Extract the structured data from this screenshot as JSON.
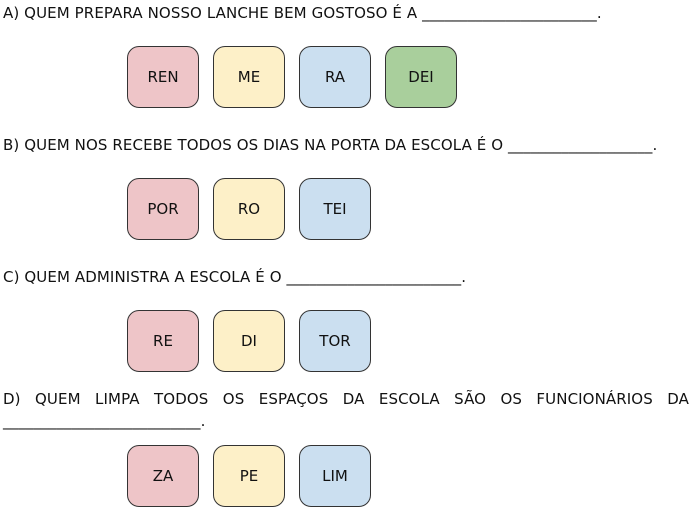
{
  "tile_colors": {
    "pink": "#eec5c8",
    "yellow": "#fdf0c8",
    "blue": "#cbdff0",
    "green": "#a9cf9c",
    "border": "#333333"
  },
  "questions": [
    {
      "id": "A",
      "text": "A) QUEM PREPARA NOSSO LANCHE BEM GOSTOSO É A ",
      "blank": "_______________________",
      "period": ".",
      "blank_on_new_line": false,
      "tiles": [
        {
          "label": "REN",
          "color": "pink"
        },
        {
          "label": "ME",
          "color": "yellow"
        },
        {
          "label": "RA",
          "color": "blue"
        },
        {
          "label": "DEI",
          "color": "green"
        }
      ]
    },
    {
      "id": "B",
      "text": "B) QUEM NOS RECEBE TODOS OS DIAS NA PORTA DA ESCOLA É O ",
      "blank": "___________________",
      "period": ".",
      "blank_on_new_line": false,
      "tiles": [
        {
          "label": "POR",
          "color": "pink"
        },
        {
          "label": "RO",
          "color": "yellow"
        },
        {
          "label": "TEI",
          "color": "blue"
        }
      ]
    },
    {
      "id": "C",
      "text": "C) QUEM ADMINISTRA A ESCOLA É O ",
      "blank": "_______________________",
      "period": ".",
      "blank_on_new_line": false,
      "tiles": [
        {
          "label": "RE",
          "color": "pink"
        },
        {
          "label": "DI",
          "color": "yellow"
        },
        {
          "label": "TOR",
          "color": "blue"
        }
      ]
    },
    {
      "id": "D",
      "text": "D) QUEM LIMPA TODOS OS ESPAÇOS DA ESCOLA SÃO OS FUNCIONÁRIOS DA",
      "blank": "__________________________",
      "period": ".",
      "blank_on_new_line": true,
      "tiles": [
        {
          "label": "ZA",
          "color": "pink"
        },
        {
          "label": "PE",
          "color": "yellow"
        },
        {
          "label": "LIM",
          "color": "blue"
        }
      ]
    }
  ]
}
